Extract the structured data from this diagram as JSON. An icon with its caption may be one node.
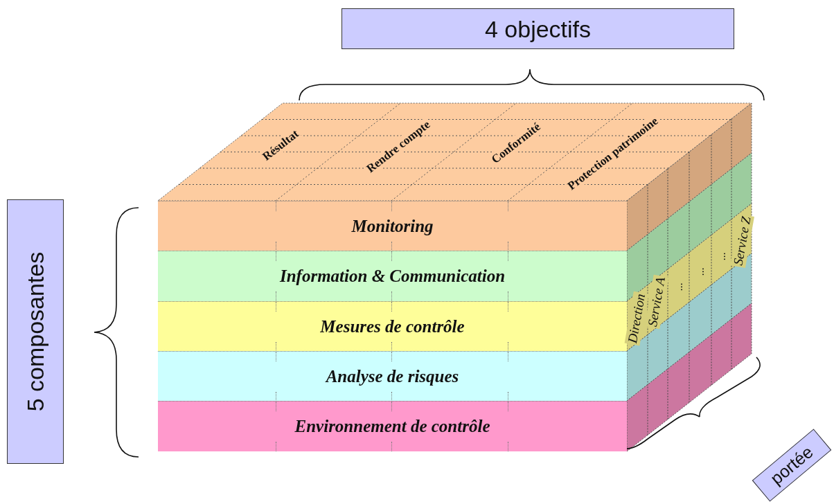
{
  "diagram": {
    "nodes": [
      {
        "text": [
          "4 objectifs"
        ]
      },
      {
        "text": [
          "5 composantes"
        ]
      },
      {
        "text": [
          "Monitoring"
        ]
      },
      {
        "text": [
          "Information & Communication"
        ]
      },
      {
        "text": [
          "Mesures de contrôle"
        ]
      },
      {
        "text": [
          "Analyse de risques"
        ]
      },
      {
        "text": [
          "Environnement de contrôle"
        ]
      },
      {
        "text": [
          "portée"
        ]
      }
    ],
    "edges": [],
    "labels": [
      "Résultat",
      "Rendre compte",
      "Conformité",
      "Protection patrimoine",
      "Direction",
      "Service A",
      "...",
      "...",
      "...",
      "Service Z"
    ]
  }
}
